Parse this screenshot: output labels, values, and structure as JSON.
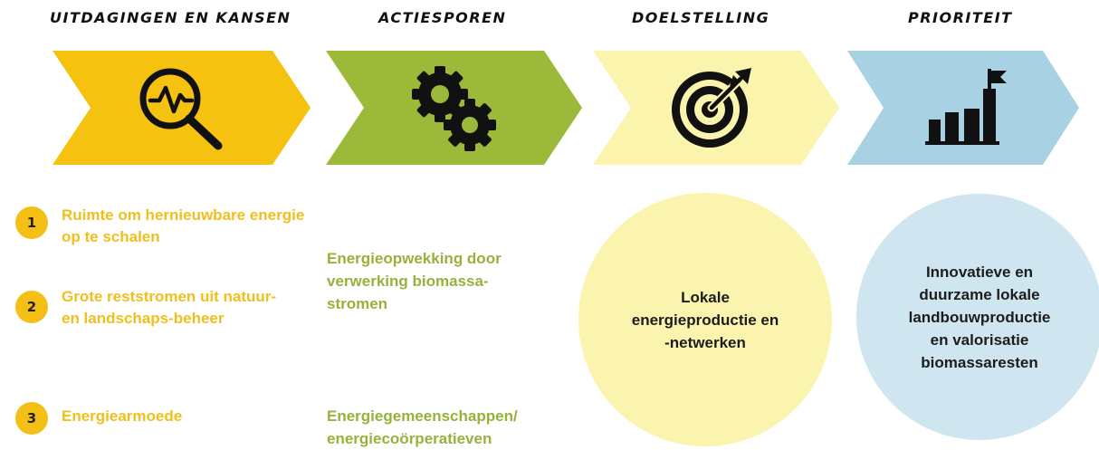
{
  "headers": {
    "challenges": "Uitdagingen en kansen",
    "tracks": "Actiesporen",
    "objective": "Doelstelling",
    "priority": "Prioriteit"
  },
  "chevrons": [
    {
      "name": "challenges",
      "color": "#f5c20f",
      "icon": "search-pulse-icon"
    },
    {
      "name": "tracks",
      "color": "#9cb93a",
      "icon": "gears-icon"
    },
    {
      "name": "objective",
      "color": "#fbf4ad",
      "icon": "target-arrow-icon"
    },
    {
      "name": "priority",
      "color": "#a8d2e3",
      "icon": "bar-chart-flag-icon"
    }
  ],
  "challenges": [
    {
      "number": "1",
      "text": "Ruimte om hernieuwbare energie op te schalen"
    },
    {
      "number": "2",
      "text": "Grote reststromen uit natuur- en landschaps-beheer"
    },
    {
      "number": "3",
      "text": "Energiearmoede"
    }
  ],
  "tracks": [
    {
      "text": "Energieopwekking door verwerking biomassa-stromen"
    },
    {
      "text": "Energiegemeenschappen/ energiecoörperatieven"
    }
  ],
  "objective": {
    "text": "Lokale energieproductie en -netwerken"
  },
  "priority": {
    "text": "Innovatieve en duurzame lokale landbouwproductie en valorisatie biomassaresten"
  },
  "colors": {
    "yellow": "#f5c20f",
    "green": "#9cb93a",
    "pale_yellow": "#fbf4ad",
    "light_blue": "#a8d2e3",
    "challenge_text": "#f1bf1c",
    "track_text": "#96b23a"
  }
}
